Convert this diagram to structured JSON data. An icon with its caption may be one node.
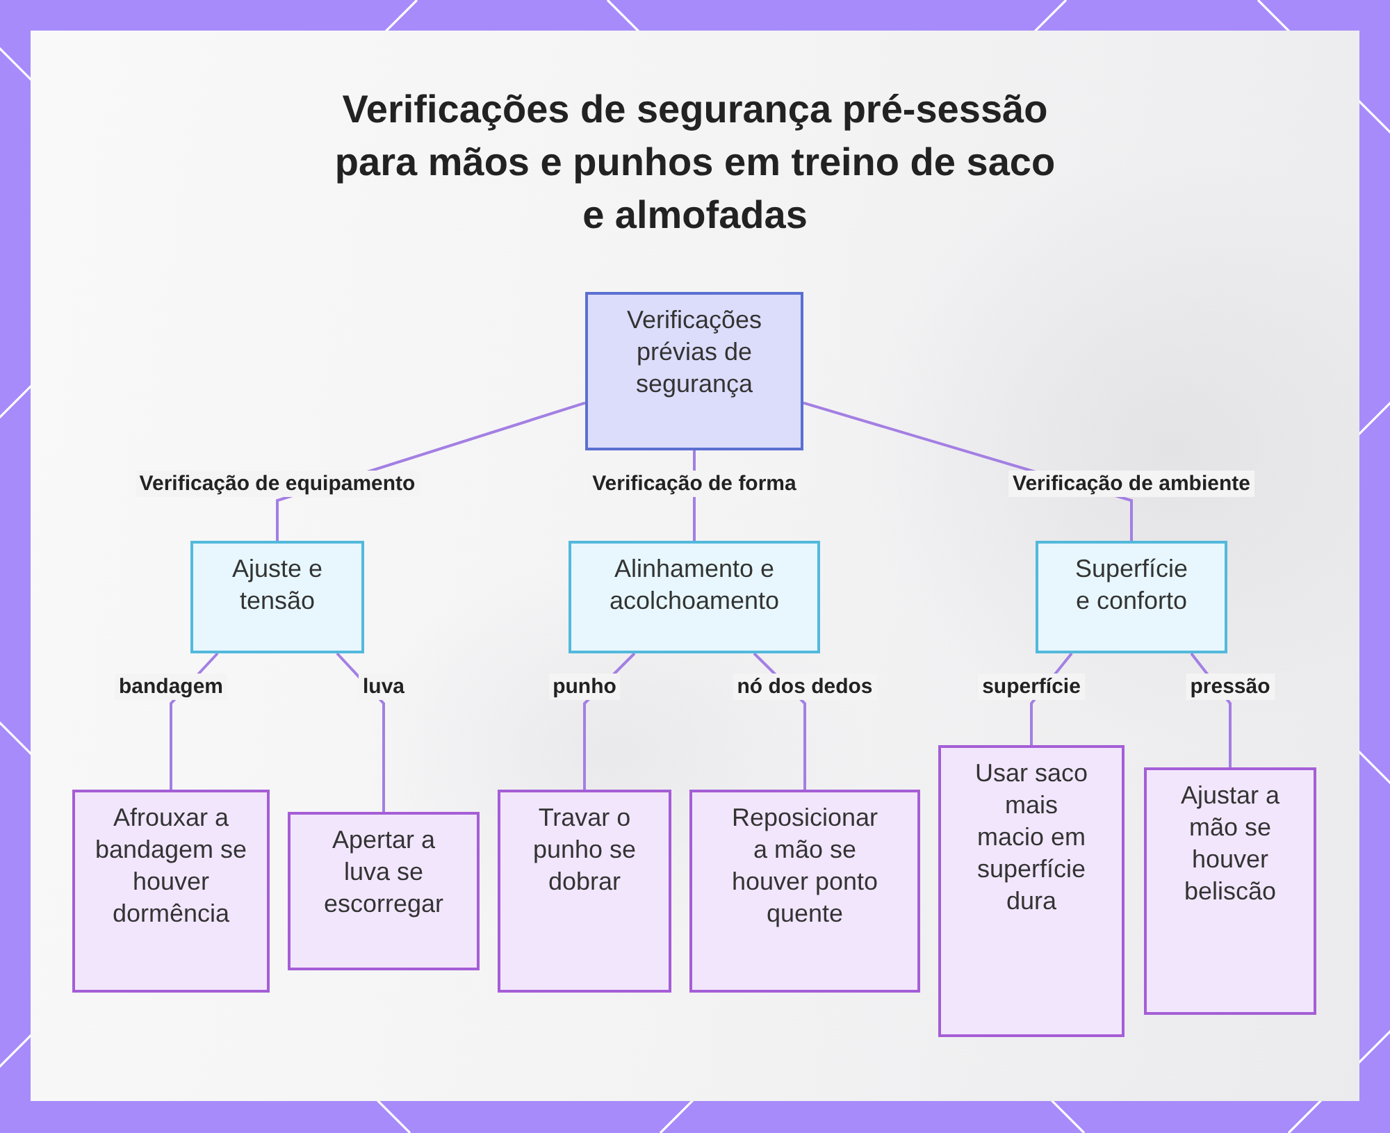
{
  "diagram": {
    "title": "Verificações de segurança pré-sessão para mãos e punhos em treino de saco e almofadas",
    "nodes": [
      {
        "text": [
          "Verificações prévias de segurança"
        ]
      },
      {
        "text": [
          "Ajuste e tensão"
        ]
      },
      {
        "text": [
          "Alinhamento e acolchoamento"
        ]
      },
      {
        "text": [
          "Superfície e conforto"
        ]
      },
      {
        "text": [
          "Afrouxar a bandagem se houver dormência"
        ]
      },
      {
        "text": [
          "Apertar a luva se escorregar"
        ]
      },
      {
        "text": [
          "Travar o punho se dobrar"
        ]
      },
      {
        "text": [
          "Reposicionar a mão se houver ponto quente"
        ]
      },
      {
        "text": [
          "Usar saco mais macio em superfície dura"
        ]
      },
      {
        "text": [
          "Ajustar a mão se houver beliscão"
        ]
      }
    ],
    "edges": [
      {
        "from": 0,
        "to": 1,
        "arrow": "none",
        "label": "Verificação de equipamento"
      },
      {
        "from": 0,
        "to": 2,
        "arrow": "none",
        "label": "Verificação de forma"
      },
      {
        "from": 0,
        "to": 3,
        "arrow": "none",
        "label": "Verificação de ambiente"
      },
      {
        "from": 1,
        "to": 4,
        "arrow": "none",
        "label": "bandagem"
      },
      {
        "from": 1,
        "to": 5,
        "arrow": "none",
        "label": "luva"
      },
      {
        "from": 2,
        "to": 6,
        "arrow": "none",
        "label": "punho"
      },
      {
        "from": 2,
        "to": 7,
        "arrow": "none",
        "label": "nó dos dedos"
      },
      {
        "from": 3,
        "to": 8,
        "arrow": "none",
        "label": "superfície"
      },
      {
        "from": 3,
        "to": 9,
        "arrow": "none",
        "label": "pressão"
      }
    ]
  }
}
